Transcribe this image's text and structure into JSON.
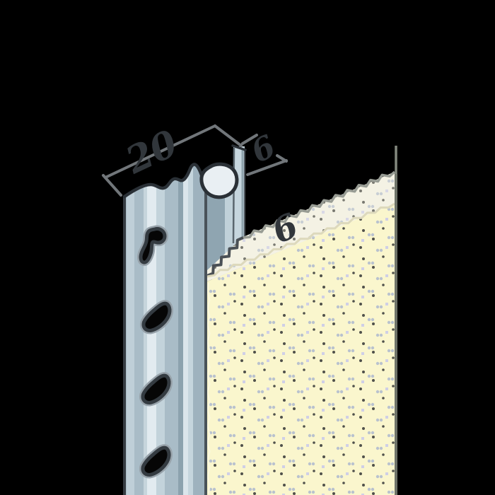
{
  "diagram": {
    "type": "technical-illustration",
    "subject": "render edge profile cross-section",
    "labels": {
      "profile_width": "20",
      "lip_depth": "6",
      "render_thickness": "6"
    },
    "colors": {
      "background": "#000000",
      "outline": "#2a3036",
      "dimension_line": "#71767a",
      "label_text": "#31363b",
      "profile_base": "#a9bcc7",
      "strip_highlight": "#bfcfd8",
      "strip_pale": "#c6d5dc",
      "strip_lightest": "#e2ebf0",
      "strip_light": "#c3d3db",
      "strip_dark": "#8ca2ae",
      "strip_bright": "#dae5eb",
      "strip_mid": "#c5d5dd",
      "strip_shadow": "#9eb2be",
      "subface_dark": "#8fa5b1",
      "subface_light": "#c0d1d9",
      "lip_fill": "#c6d6de",
      "bead_inner": "#e9eff3",
      "render_face": "#faf6cd",
      "render_top": "#f4f2e4",
      "wall_edge": "#6e7369",
      "wall_edge_top": "#83887e",
      "broken_edge_dark": "#4a5055",
      "broken_edge_light": "#989c94",
      "layer_boundary": "#ddd9bc",
      "face_edge_sliver": "#fbf8e0",
      "perforation_fill": "#060606",
      "perforation_ring": "#343b41",
      "perforation_halo": "#97a2aa",
      "dot_dark": "#50514b",
      "dot_light": "#b9c2ce",
      "dot_lavender": "#cfcfe6"
    }
  }
}
